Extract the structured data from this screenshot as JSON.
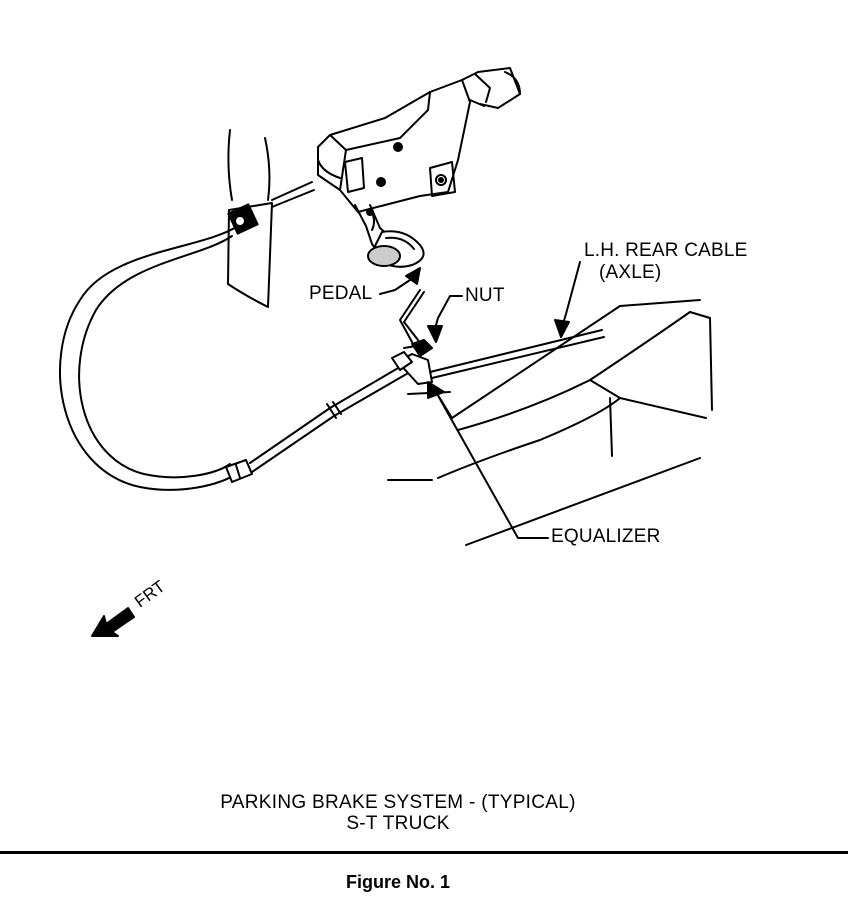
{
  "labels": {
    "pedal": "PEDAL",
    "nut": "NUT",
    "rear_cable_line1": "L.H. REAR CABLE",
    "rear_cable_line2": "(AXLE)",
    "equalizer": "EQUALIZER",
    "front": "FRT"
  },
  "caption": {
    "line1": "PARKING BRAKE SYSTEM - (TYPICAL)",
    "line2": "S-T TRUCK"
  },
  "figure": {
    "number": "Figure No. 1"
  },
  "icons": {
    "front_arrow": "arrow-down-left-icon"
  }
}
